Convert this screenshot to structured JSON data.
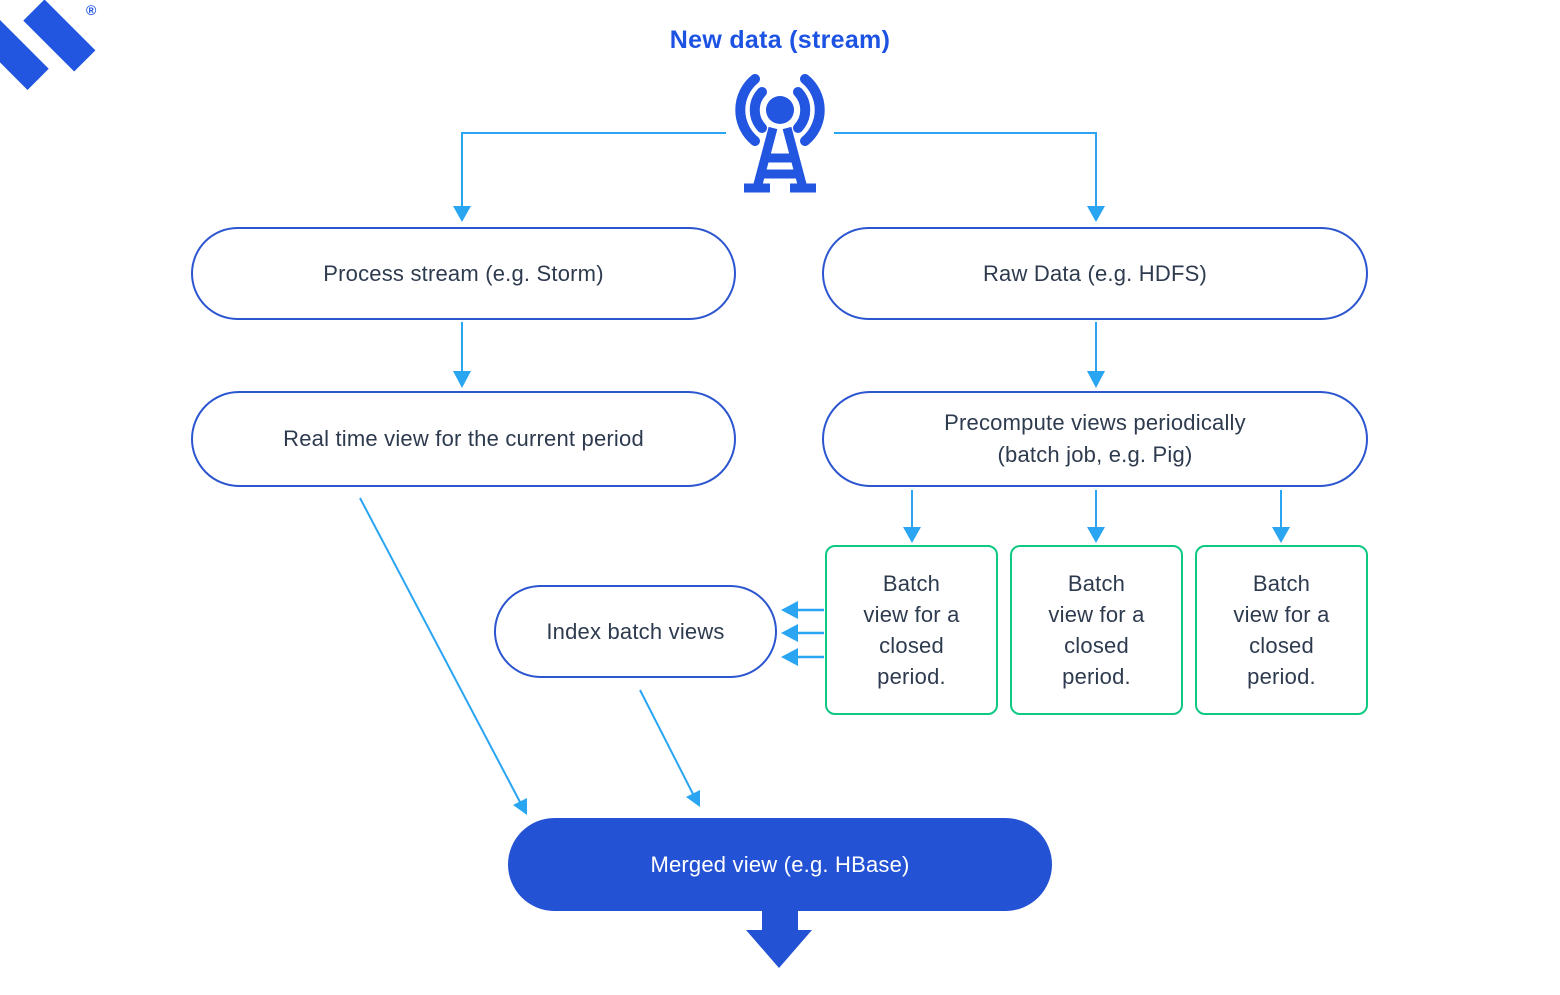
{
  "header": {
    "title": "New data (stream)"
  },
  "logo": {
    "registered": "®"
  },
  "icons": {
    "antenna": "radio-tower-icon",
    "logo": "toptal-logo-mark"
  },
  "colors": {
    "brand_blue": "#2255e0",
    "title_blue": "#1d53e3",
    "node_border_blue": "#2c55d0",
    "arrow_light_blue": "#29a5f2",
    "batch_green": "#0ec981",
    "merged_fill": "#2452d4",
    "text_dark": "#2e3b4f"
  },
  "nodes": {
    "process_stream": {
      "label": "Process stream (e.g. Storm)"
    },
    "raw_data": {
      "label": "Raw Data (e.g. HDFS)"
    },
    "real_time_view": {
      "label": "Real time view for the current period"
    },
    "precompute": {
      "line1": "Precompute views periodically",
      "line2": "(batch job, e.g. Pig)"
    },
    "batch_views": [
      {
        "lines": [
          "Batch",
          "view for a",
          "closed",
          "period."
        ]
      },
      {
        "lines": [
          "Batch",
          "view for a",
          "closed",
          "period."
        ]
      },
      {
        "lines": [
          "Batch",
          "view for a",
          "closed",
          "period."
        ]
      }
    ],
    "index_batch_views": {
      "label": "Index batch views"
    },
    "merged_view": {
      "label": "Merged view (e.g. HBase)"
    }
  }
}
